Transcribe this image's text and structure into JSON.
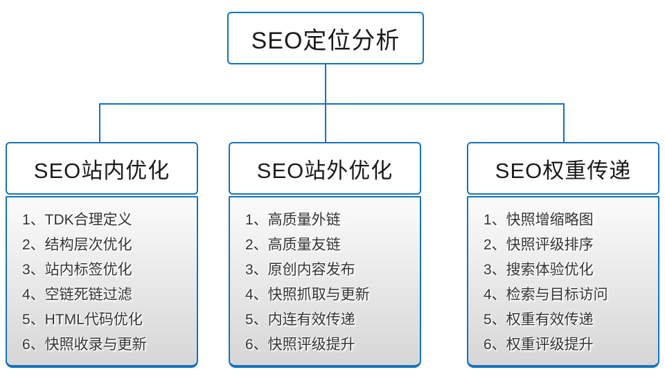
{
  "colors": {
    "line": "#1272bc",
    "heading_text": "#1a1a1a",
    "list_text": "#333333",
    "body_top": "#fbfbfb",
    "body_bottom": "#d6d6d6",
    "box_bg": "#ffffff",
    "page_bg": "#ffffff"
  },
  "root": {
    "label": "SEO定位分析"
  },
  "branches": [
    {
      "title": "SEO站内优化",
      "items": [
        "1、TDK合理定义",
        "2、结构层次优化",
        "3、站内标签优化",
        "4、空链死链过滤",
        "5、HTML代码优化",
        "6、快照收录与更新"
      ]
    },
    {
      "title": "SEO站外优化",
      "items": [
        "1、高质量外链",
        "2、高质量友链",
        "3、原创内容发布",
        "4、快照抓取与更新",
        "5、内连有效传递",
        "6、快照评级提升"
      ]
    },
    {
      "title": "SEO权重传递",
      "items": [
        "1、快照增缩略图",
        "2、快照评级排序",
        "3、搜索体验优化",
        "4、检索与目标访问",
        "5、权重有效传递",
        "6、权重评级提升"
      ]
    }
  ]
}
